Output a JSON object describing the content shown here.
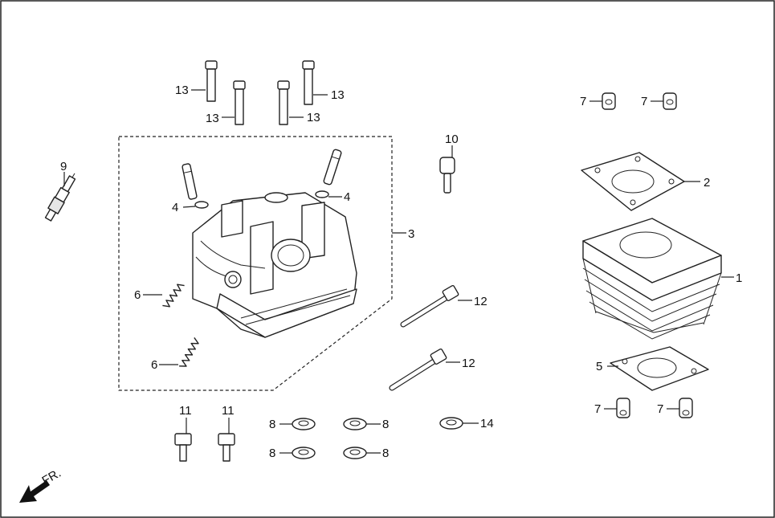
{
  "labels": {
    "cylinder": "1",
    "cylinder_head_gasket": "2",
    "cylinder_head_assembly": "3",
    "oring_left": "4",
    "oring_right": "4",
    "cylinder_base_gasket": "5",
    "spring_upper": "6",
    "spring_lower": "6",
    "dowel_top_left": "7",
    "dowel_top_right": "7",
    "dowel_bottom_left": "7",
    "dowel_bottom_right": "7",
    "washer_1": "8",
    "washer_2": "8",
    "washer_3": "8",
    "washer_4": "8",
    "spark_plug": "9",
    "bolt_10": "10",
    "bolt_11_left": "11",
    "bolt_11_right": "11",
    "stud_12_upper": "12",
    "stud_12_lower": "12",
    "bolt_13_a": "13",
    "bolt_13_b": "13",
    "bolt_13_c": "13",
    "bolt_13_d": "13",
    "washer_14": "14"
  },
  "front_indicator": "FR."
}
